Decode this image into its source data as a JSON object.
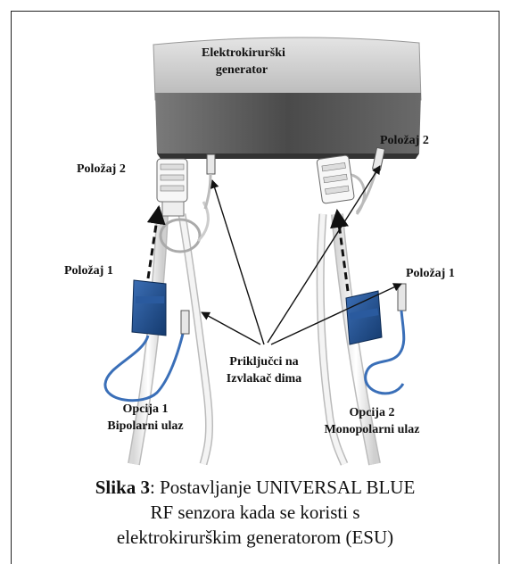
{
  "labels": {
    "generator_line1": "Elektrokirurški",
    "generator_line2": "generator",
    "left_pos2": "Položaj 2",
    "right_pos2": "Položaj 2",
    "left_pos1": "Položaj 1",
    "right_pos1": "Položaj 1",
    "connectors_line1": "Priključci na",
    "connectors_line2": "Izvlakač dima",
    "option1_line1": "Opcija 1",
    "option1_line2": "Bipolarni ulaz",
    "option2_line1": "Opcija 2",
    "option2_line2": "Monopolarni ulaz"
  },
  "caption": {
    "bold": "Slika 3",
    "line1_rest": ": Postavljanje UNIVERSAL BLUE",
    "line2": "RF senzora kada se koristi s",
    "line3": "elektrokirurškim generatorom (ESU)"
  },
  "colors": {
    "sensor_blue": "#1f4f8f",
    "cable_blue": "#3a6fb8",
    "generator_top": "#cfcfcf",
    "generator_front": "#5a5a5a"
  }
}
